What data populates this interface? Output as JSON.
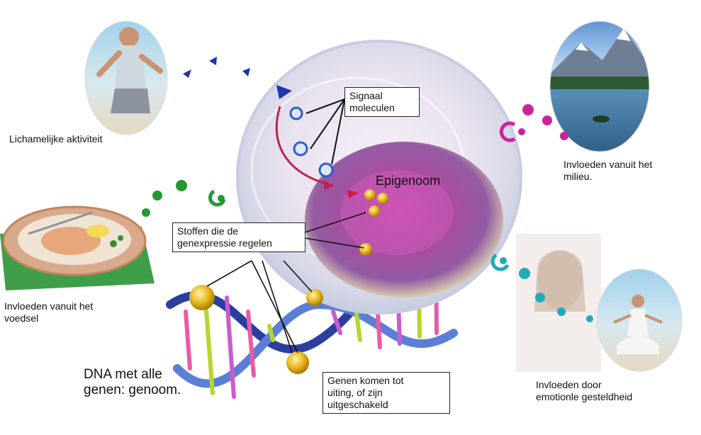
{
  "labels": {
    "activity": "Lichamelijke aktiviteit",
    "environment": "Invloeden vanuit het\nmilieu.",
    "food": "Invloeden vanuit het\nvoedsel",
    "emotion": "Invloeden door\nemotionle gesteldheid",
    "dna": "DNA met alle\ngenen: genoom.",
    "epigenome": "Epigenoom"
  },
  "boxes": {
    "signal": "Signaal\nmoleculen",
    "regulators": "Stoffen die de\ngenexpressie regelen",
    "genes": "Genen komen tot\nuiting, of zijn\nuitgeschakeld"
  },
  "colors": {
    "activity_marker": "#2233aa",
    "environment_marker": "#cc2299",
    "food_marker": "#229933",
    "emotion_marker": "#22aabb",
    "regulator_dot": "#e8b820"
  }
}
